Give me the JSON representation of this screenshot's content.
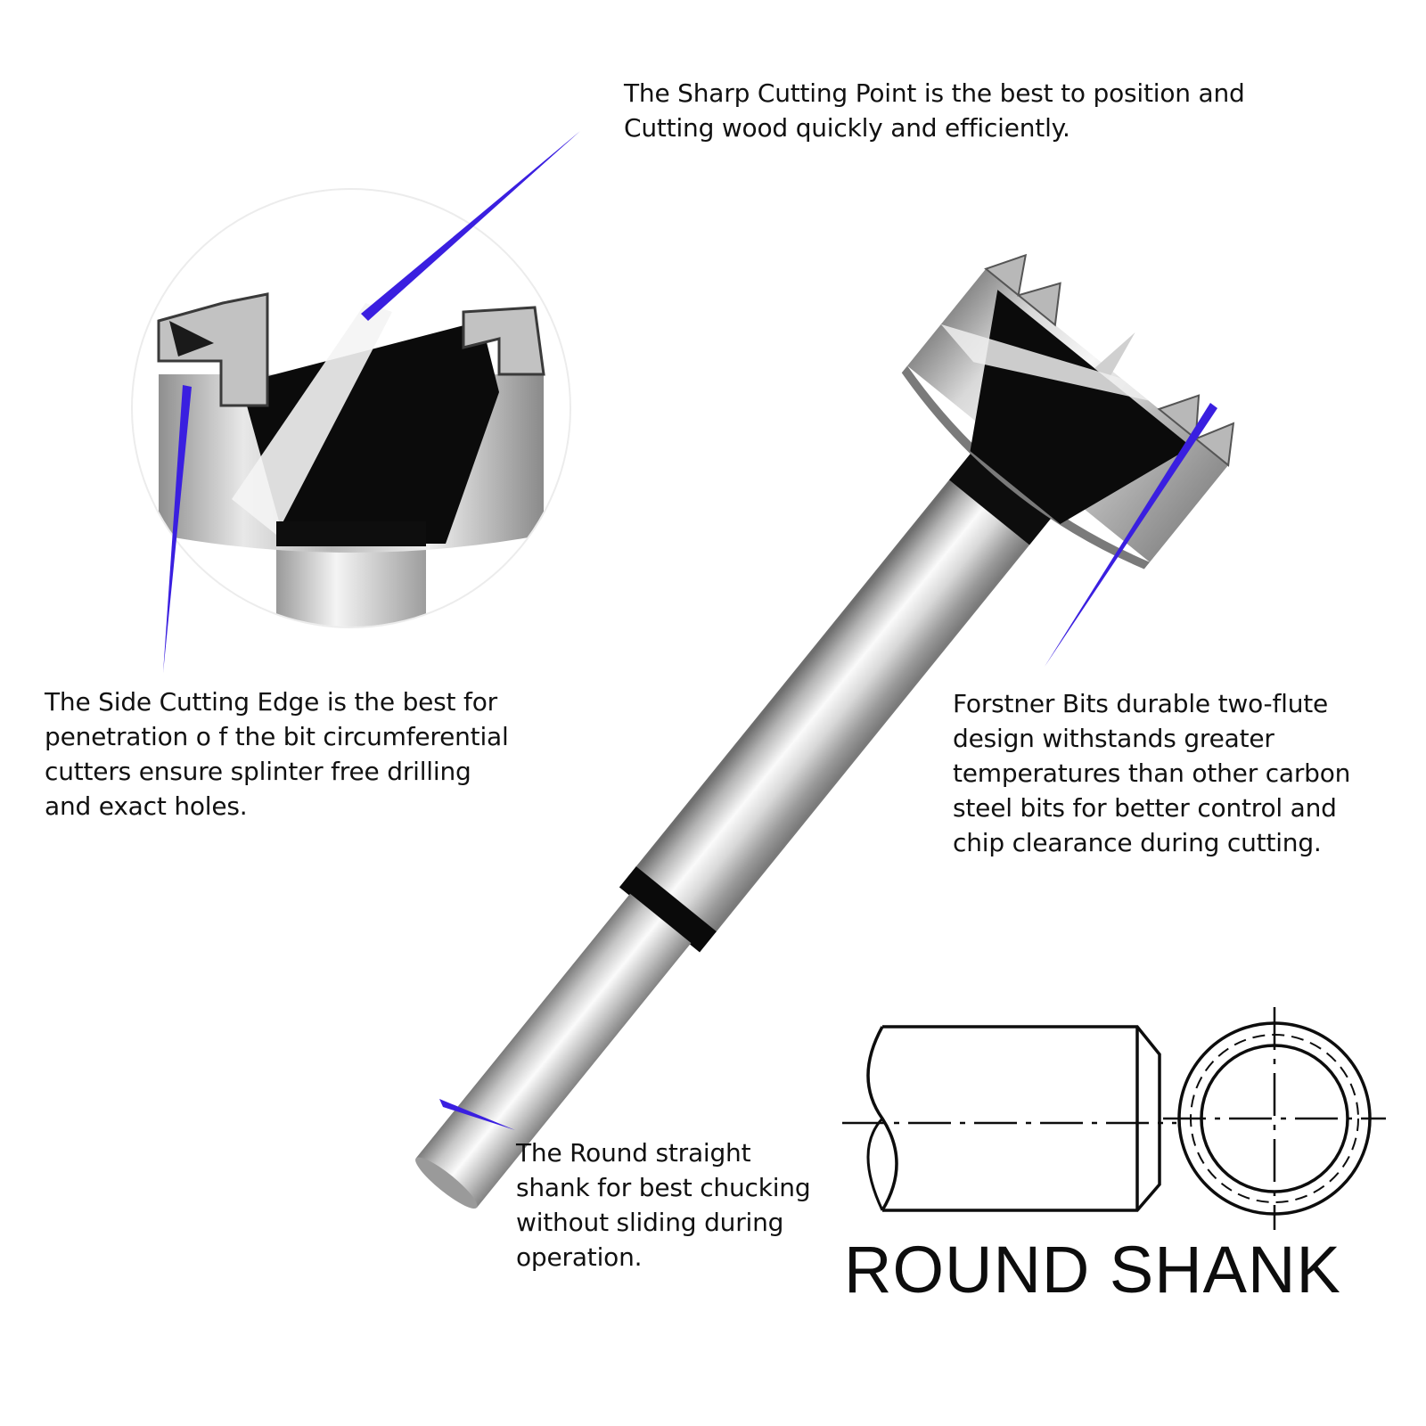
{
  "callouts": {
    "sharp_point": {
      "lines": [
        "The Sharp Cutting Point is the best to position and",
        "Cutting wood quickly and efficiently."
      ]
    },
    "side_edge": {
      "lines": [
        "The Side Cutting Edge is the best for",
        "penetration o f the bit circumferential",
        "cutters ensure splinter free drilling",
        "and exact holes."
      ]
    },
    "two_flute": {
      "lines": [
        "Forstner Bits durable two-flute",
        "design withstands greater",
        "temperatures than other carbon",
        "steel bits for better control and",
        "chip clearance during cutting."
      ]
    },
    "round_shank": {
      "lines": [
        "The Round straight",
        "shank for best chucking",
        "without sliding during",
        "operation."
      ]
    }
  },
  "diagram": {
    "title": "ROUND SHANK"
  },
  "colors": {
    "pointer": "#3a1fe0",
    "text": "#111111",
    "steel_light": "#f2f2f2",
    "steel_mid": "#a9a9a9",
    "steel_dark": "#5a5a5a",
    "black": "#0a0a0a"
  }
}
